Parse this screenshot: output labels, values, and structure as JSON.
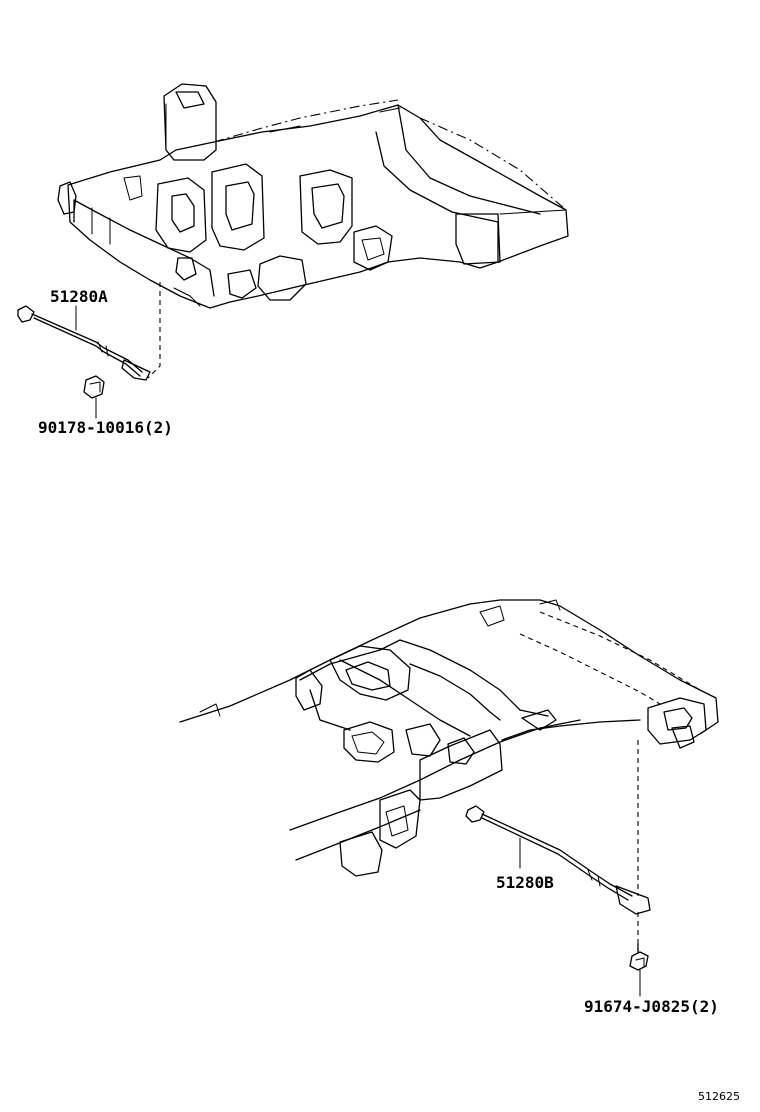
{
  "callouts": {
    "part_a": "51280A",
    "fastener_a": "90178-10016(2)",
    "part_b": "51280B",
    "fastener_b": "91674-J0825(2)"
  },
  "figure_id": "512625"
}
